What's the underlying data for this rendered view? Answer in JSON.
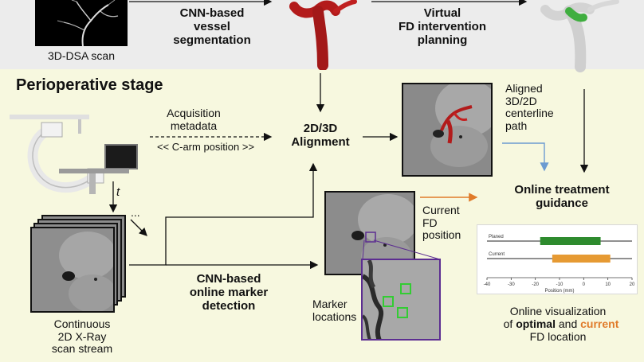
{
  "preop": {
    "dsa_label": "3D-DSA scan",
    "segmentation_label": "CNN-based\nvessel\nsegmentation",
    "planning_label": "Virtual\nFD intervention\nplanning"
  },
  "periop": {
    "stage_title": "Perioperative stage",
    "acquisition_label": "Acquisition\nmetadata",
    "carm_label": "<< C-arm position >>",
    "alignment_label": "2D/3D\nAlignment",
    "aligned_label": "Aligned\n3D/2D\ncenterline\npath",
    "guidance_label": "Online treatment\nguidance",
    "time_label": "t",
    "ellipsis_label": "...",
    "current_fd_label": "Current\nFD\nposition",
    "detection_label": "CNN-based\nonline marker\ndetection",
    "marker_label": "Marker\nlocations",
    "stream_label": "Continuous\n2D X-Ray\nscan stream",
    "vis_line1": "Online visualization",
    "vis_of": "of ",
    "vis_optimal": "optimal",
    "vis_and": " and ",
    "vis_current": "current",
    "vis_line3": "FD location"
  },
  "colors": {
    "planned_bar": "#2e8b2e",
    "current_bar": "#e69a33",
    "current_text": "#e07b2a",
    "arrow_blue": "#6c9bd1",
    "arrow_orange": "#e07b2a",
    "marker_box": "#33cc33",
    "zoom_border": "#5c2d91"
  },
  "chart_data": {
    "type": "bar",
    "categories": [
      "Planed",
      "Current"
    ],
    "ranges": [
      [
        -18,
        7
      ],
      [
        -13,
        11
      ]
    ],
    "xlabel": "Position (mm)",
    "xlim": [
      -40,
      20
    ],
    "ticks": [
      -40,
      -30,
      -20,
      -10,
      0,
      10,
      20
    ]
  }
}
